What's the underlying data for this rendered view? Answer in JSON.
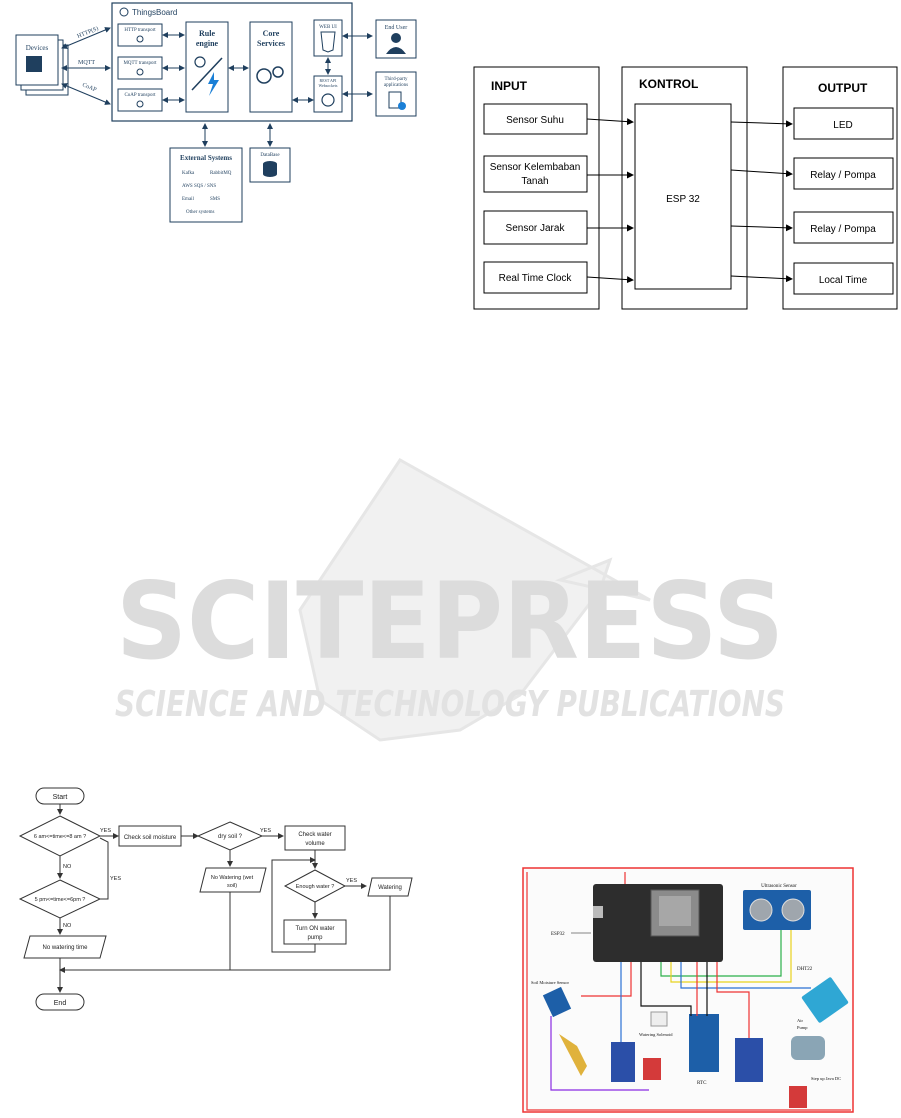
{
  "thingsboard": {
    "brand": "ThingsBoard",
    "devices": "Devices",
    "protocols": [
      "HTTP(S)",
      "MQTT",
      "CoAP"
    ],
    "transports": [
      "HTTP transport",
      "MQTT transport",
      "CoAP transport"
    ],
    "rule_engine": [
      "Rule",
      "engine"
    ],
    "core_services": [
      "Core",
      "Services"
    ],
    "web_ui": "WEB UI",
    "rest_api": [
      "REST API",
      "Websockets"
    ],
    "end_user": "End User",
    "third_party": [
      "Third-party",
      "applications"
    ],
    "external": {
      "title": "External Systems",
      "items": [
        "Kafka",
        "RabbitMQ",
        "AWS SQS / SNS",
        "Email",
        "SMS",
        "Other systems"
      ]
    },
    "database": "DataBase"
  },
  "block_diagram": {
    "input_title": "INPUT",
    "control_title": "KONTROL",
    "output_title": "OUTPUT",
    "inputs": [
      "Sensor Suhu",
      "Sensor  Kelembaban",
      "Tanah",
      "Sensor Jarak",
      "Real Time Clock"
    ],
    "controller": "ESP 32",
    "outputs": [
      "LED",
      "Relay / Pompa",
      "Relay / Pompa",
      "Local Time"
    ]
  },
  "watermark": {
    "main": "SCITEPRESS",
    "sub": "SCIENCE AND TECHNOLOGY PUBLICATIONS"
  },
  "flowchart": {
    "start": "Start",
    "end": "End",
    "time1": "6 am<=time<=8 am ?",
    "time2": "5 pm<=time<=6pm ?",
    "no_watering_time": "No watering time",
    "check_soil": "Check soil moisture",
    "dry_soil": "dry soil ?",
    "no_watering_wet": [
      "No Watering (wet",
      "soil)"
    ],
    "check_water": [
      "Check water",
      "volume"
    ],
    "enough_water": "Enough water ?",
    "turn_on": [
      "Turn ON water",
      "pump"
    ],
    "watering": "Watering",
    "yes": "YES",
    "no": "NO"
  },
  "wiring": {
    "esp": "ESP32",
    "ultrasonic": "Ultrasonic Sensor",
    "dht": "DHT22",
    "soil": "Soil Moisture Sensor",
    "pump": [
      "Air",
      "Pump"
    ],
    "solenoid": "Watering Solenoid",
    "rtc": "RTC",
    "stepup": "Step up Java DC"
  }
}
